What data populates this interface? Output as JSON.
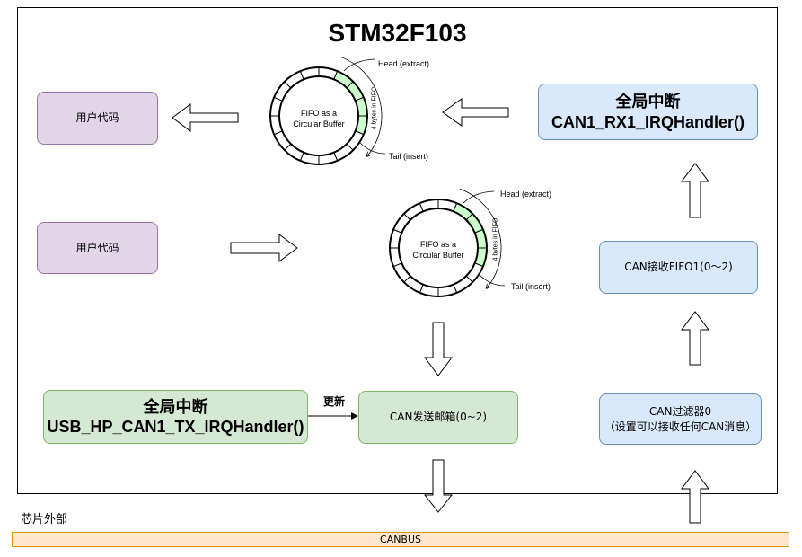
{
  "title": "STM32F103",
  "user_code_1": "用户代码",
  "user_code_2": "用户代码",
  "rx_irq": {
    "line1": "全局中断",
    "line2": "CAN1_RX1_IRQHandler()"
  },
  "tx_irq": {
    "line1": "全局中断",
    "line2": "USB_HP_CAN1_TX_IRQHandler()"
  },
  "update_label": "更新",
  "tx_mailbox": "CAN发送邮箱(0~2)",
  "rx_fifo": "CAN接收FIFO1(0～2)",
  "filter": {
    "line1": "CAN过滤器0",
    "line2": "（设置可以接收任何CAN消息）"
  },
  "outside_label": "芯片外部",
  "canbus": "CANBUS",
  "fifo_top": {
    "center_line1": "FIFO as a",
    "center_line2": "Circular Buffer",
    "head": "Head (extract)",
    "tail": "Tail (insert)",
    "side": "4 bytes in FIFO"
  },
  "fifo_mid": {
    "center_line1": "FIFO as a",
    "center_line2": "Circular Buffer",
    "head": "Head (extract)",
    "tail": "Tail (insert)",
    "side": "4 bytes in FIFO"
  },
  "colors": {
    "green_segment": "#ccffcc",
    "purple_fill": "#e1d5e7",
    "blue_fill": "#dae8fc",
    "green_fill": "#d5e8d4",
    "canbus_fill": "#ffe6cc"
  }
}
